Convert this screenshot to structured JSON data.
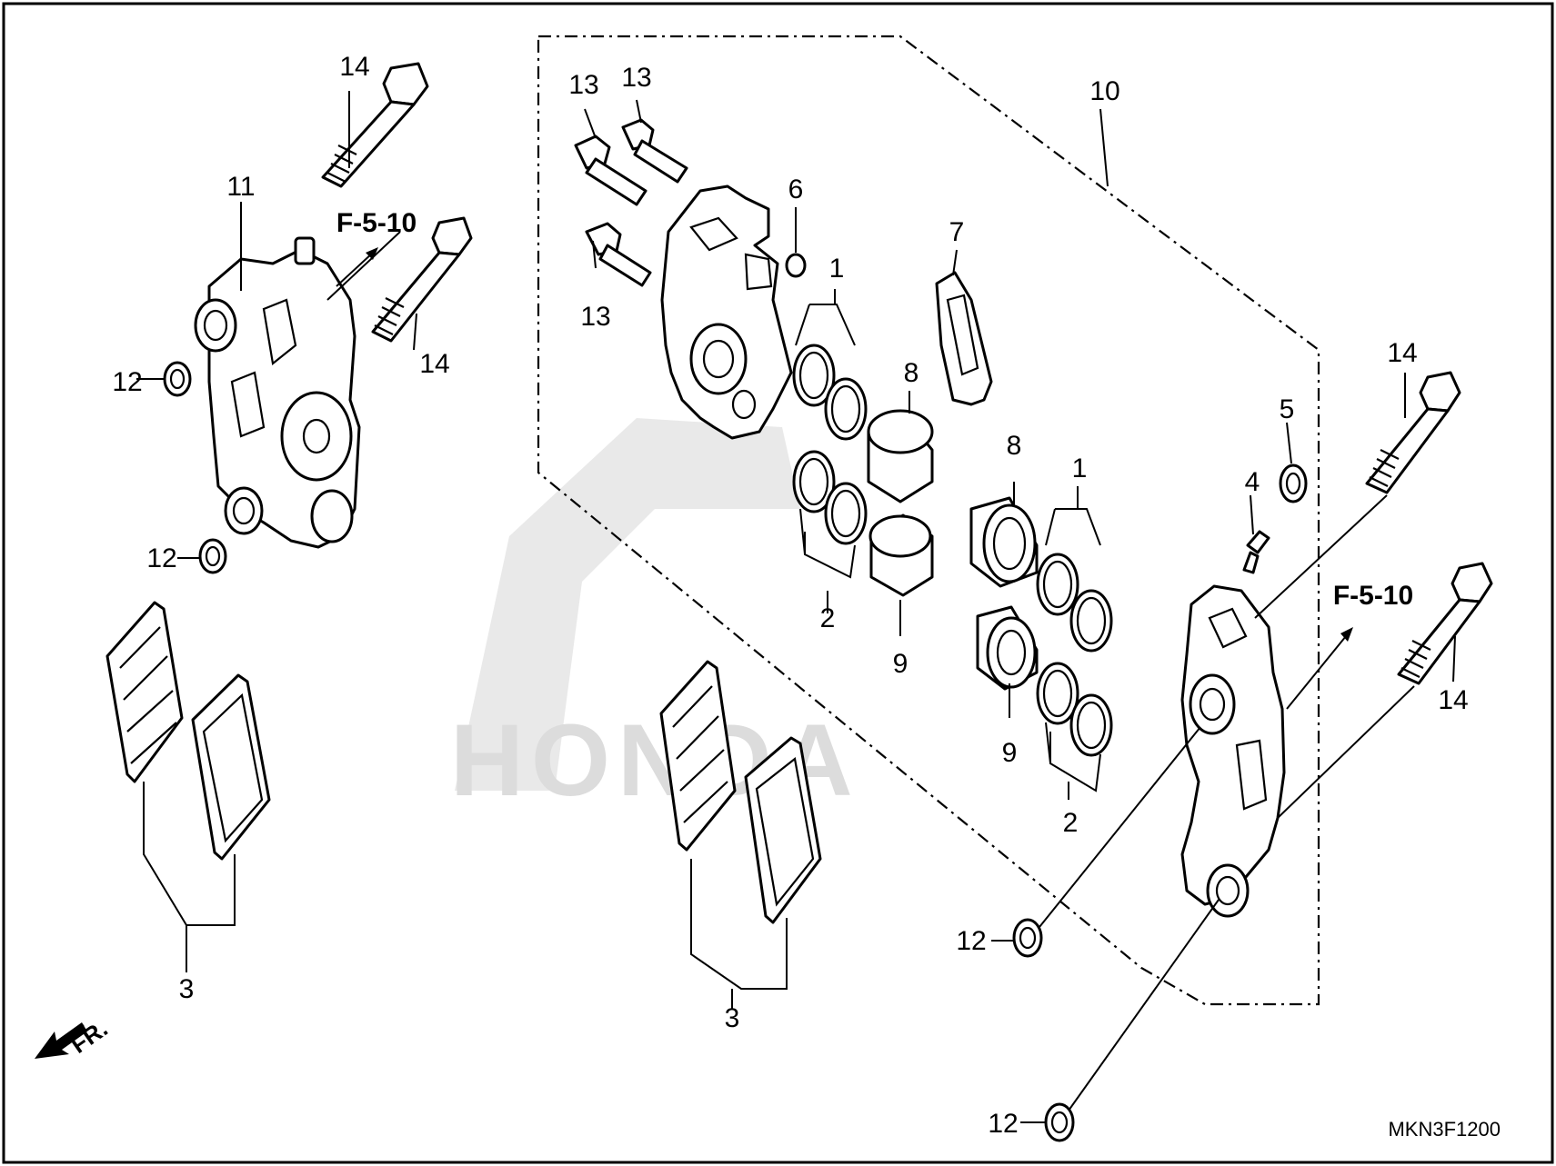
{
  "diagram": {
    "diagram_code": "MKN3F1200",
    "front_marker": "FR.",
    "watermark_text": "HONDA",
    "references": [
      {
        "id": "ref-left",
        "text": "F-5-10"
      },
      {
        "id": "ref-right",
        "text": "F-5-10"
      }
    ],
    "callouts": [
      {
        "id": "c14a",
        "text": "14"
      },
      {
        "id": "c11",
        "text": "11"
      },
      {
        "id": "c12a",
        "text": "12"
      },
      {
        "id": "c12b",
        "text": "12"
      },
      {
        "id": "c14b",
        "text": "14"
      },
      {
        "id": "c3a",
        "text": "3"
      },
      {
        "id": "c13a",
        "text": "13"
      },
      {
        "id": "c13b",
        "text": "13"
      },
      {
        "id": "c13c",
        "text": "13"
      },
      {
        "id": "c6",
        "text": "6"
      },
      {
        "id": "c1a",
        "text": "1"
      },
      {
        "id": "c7",
        "text": "7"
      },
      {
        "id": "c8a",
        "text": "8"
      },
      {
        "id": "c8b",
        "text": "8"
      },
      {
        "id": "c2a",
        "text": "2"
      },
      {
        "id": "c9a",
        "text": "9"
      },
      {
        "id": "c1b",
        "text": "1"
      },
      {
        "id": "c9b",
        "text": "9"
      },
      {
        "id": "c2b",
        "text": "2"
      },
      {
        "id": "c10",
        "text": "10"
      },
      {
        "id": "c4",
        "text": "4"
      },
      {
        "id": "c5",
        "text": "5"
      },
      {
        "id": "c14c",
        "text": "14"
      },
      {
        "id": "c14d",
        "text": "14"
      },
      {
        "id": "c3b",
        "text": "3"
      },
      {
        "id": "c12c",
        "text": "12"
      },
      {
        "id": "c12d",
        "text": "12"
      }
    ]
  }
}
